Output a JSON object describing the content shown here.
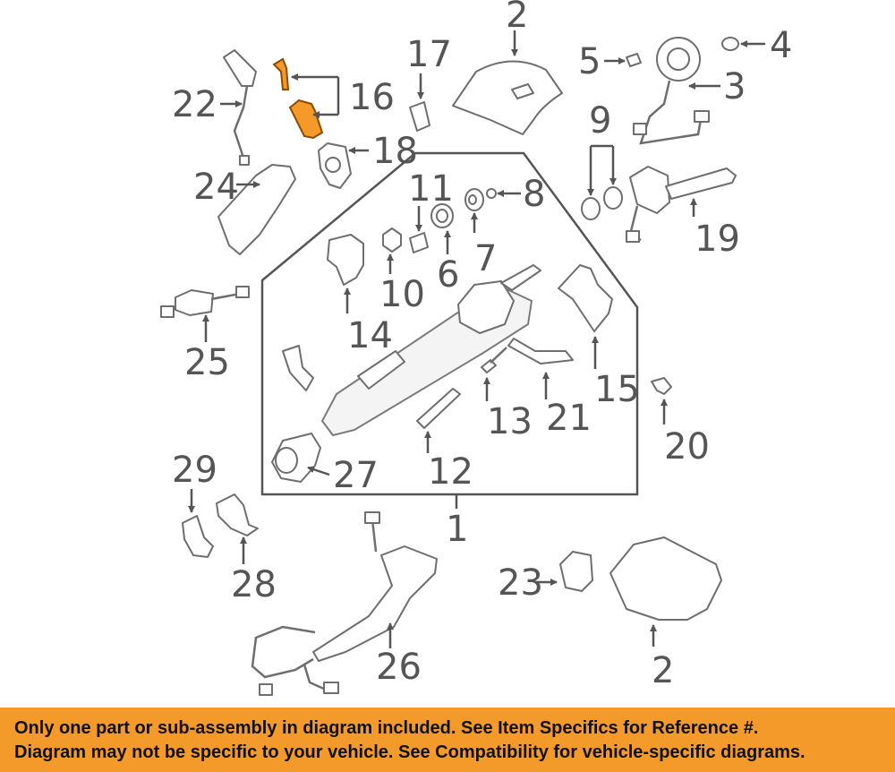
{
  "callouts": {
    "c1": "1",
    "c2_top": "2",
    "c2_bottom": "2",
    "c3": "3",
    "c4": "4",
    "c5": "5",
    "c6": "6",
    "c7": "7",
    "c8": "8",
    "c9": "9",
    "c10": "10",
    "c11": "11",
    "c12": "12",
    "c13": "13",
    "c14": "14",
    "c15": "15",
    "c16": "16",
    "c17": "17",
    "c18": "18",
    "c19": "19",
    "c20": "20",
    "c21": "21",
    "c22": "22",
    "c23": "23",
    "c24": "24",
    "c25": "25",
    "c26": "26",
    "c27": "27",
    "c28": "28",
    "c29": "29"
  },
  "highlight_color": "#f49a2b",
  "banner": {
    "line1": "Only one part or sub-assembly in diagram included. See Item Specifics for Reference #.",
    "line2": "Diagram may not be specific to your vehicle. See Compatibility for vehicle-specific diagrams."
  }
}
